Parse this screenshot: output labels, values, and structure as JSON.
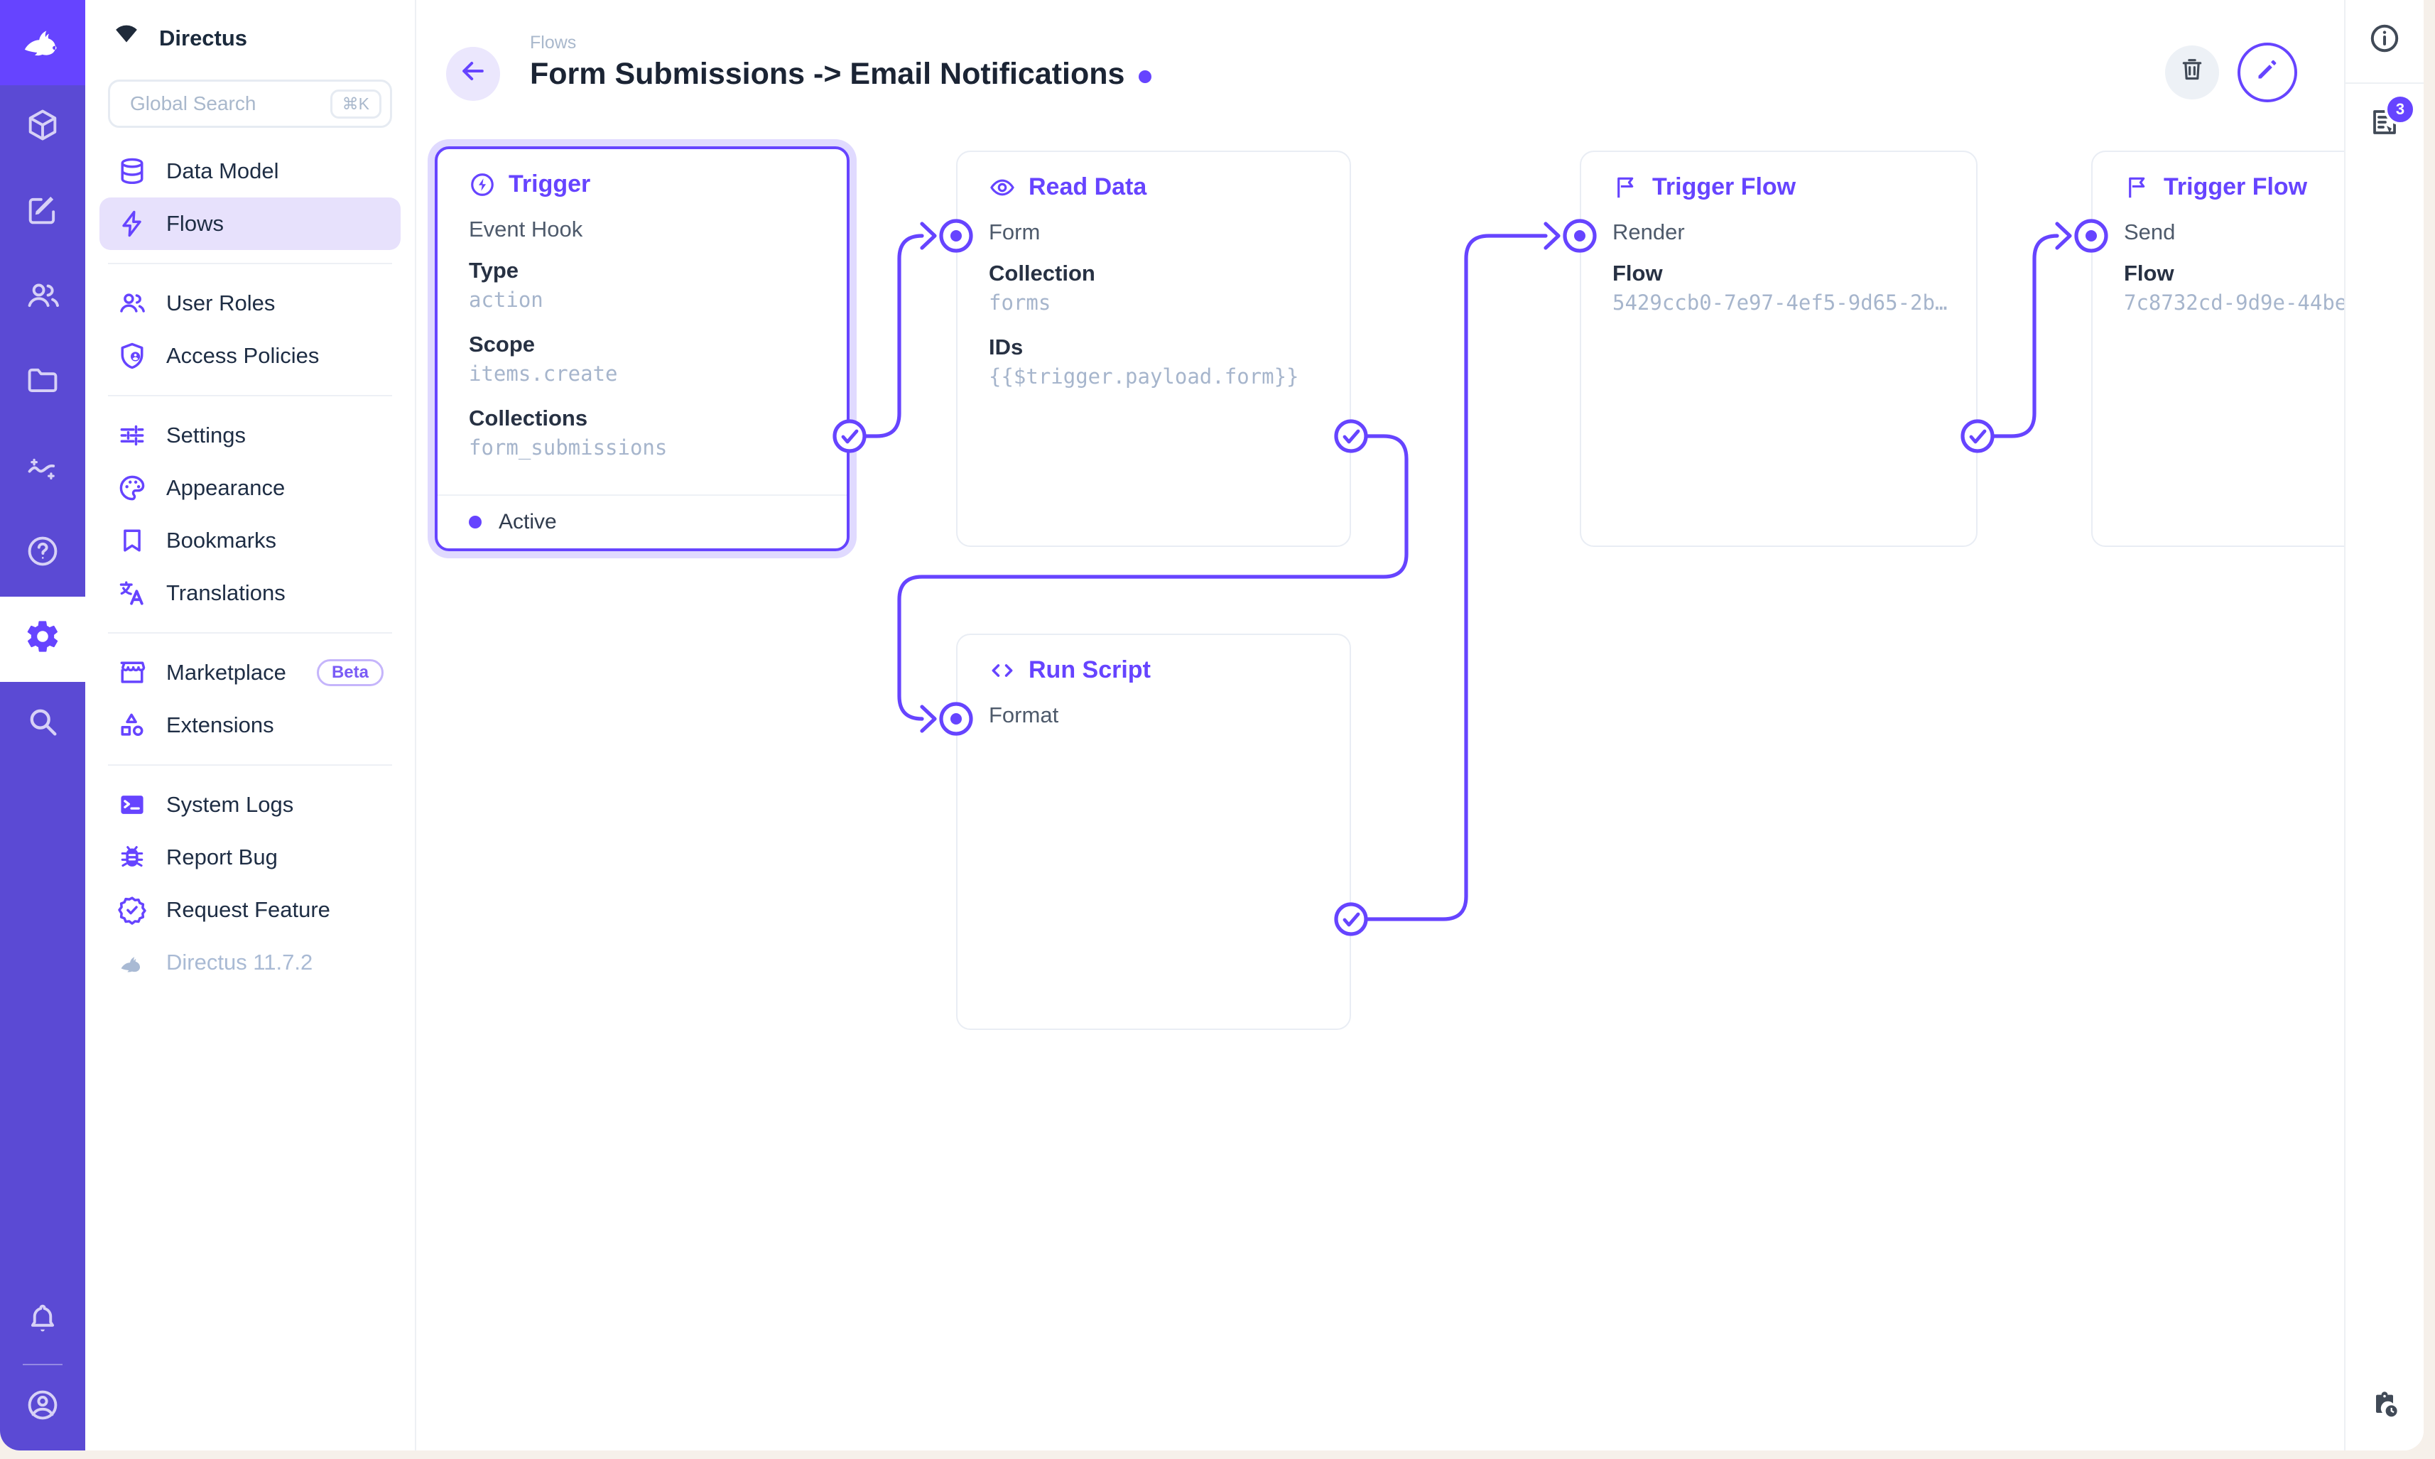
{
  "app": {
    "project_name": "Directus",
    "version_label": "Directus 11.7.2"
  },
  "module_bar": {
    "modules": [
      "content-module",
      "editor-module",
      "users-module",
      "files-module",
      "insights-module",
      "help-module",
      "settings-module",
      "search-module"
    ],
    "active_module": "settings-module",
    "bottom": [
      "notifications",
      "account"
    ]
  },
  "nav": {
    "search": {
      "placeholder": "Global Search",
      "shortcut": "⌘K"
    },
    "items": [
      {
        "label": "Data Model"
      },
      {
        "label": "Flows",
        "active": true
      },
      {
        "label": "User Roles"
      },
      {
        "label": "Access Policies"
      },
      {
        "label": "Settings"
      },
      {
        "label": "Appearance"
      },
      {
        "label": "Bookmarks"
      },
      {
        "label": "Translations"
      },
      {
        "label": "Marketplace",
        "badge": "Beta"
      },
      {
        "label": "Extensions"
      },
      {
        "label": "System Logs"
      },
      {
        "label": "Report Bug"
      },
      {
        "label": "Request Feature"
      }
    ]
  },
  "header": {
    "breadcrumb": "Flows",
    "title": "Form Submissions -> Email Notifications"
  },
  "right_sidebar": {
    "notifications_count": "3"
  },
  "flow": {
    "trigger": {
      "title": "Trigger",
      "subtitle": "Event Hook",
      "fields": [
        {
          "label": "Type",
          "value": "action"
        },
        {
          "label": "Scope",
          "value": "items.create"
        },
        {
          "label": "Collections",
          "value": "form_submissions"
        }
      ],
      "status": "Active"
    },
    "read_data": {
      "title": "Read Data",
      "option": "Form",
      "fields": [
        {
          "label": "Collection",
          "value": "forms"
        },
        {
          "label": "IDs",
          "value": "{{$trigger.payload.form}}"
        }
      ]
    },
    "run_script": {
      "title": "Run Script",
      "option": "Format"
    },
    "trigger_flow_render": {
      "title": "Trigger Flow",
      "option": "Render",
      "fields": [
        {
          "label": "Flow",
          "value": "5429ccb0-7e97-4ef5-9d65-2b…"
        }
      ]
    },
    "trigger_flow_send": {
      "title": "Trigger Flow",
      "option": "Send",
      "fields": [
        {
          "label": "Flow",
          "value": "7c8732cd-9d9e-44be"
        }
      ]
    }
  },
  "colors": {
    "accent": "#6644ff",
    "module_bar": "#5b4ad4",
    "logo_tile": "#6644ff",
    "selected_glow": "rgba(102,68,255,.2)",
    "value_text": "#a6b5cc",
    "label_text": "#273143",
    "body_background": "#f6f0ea"
  }
}
